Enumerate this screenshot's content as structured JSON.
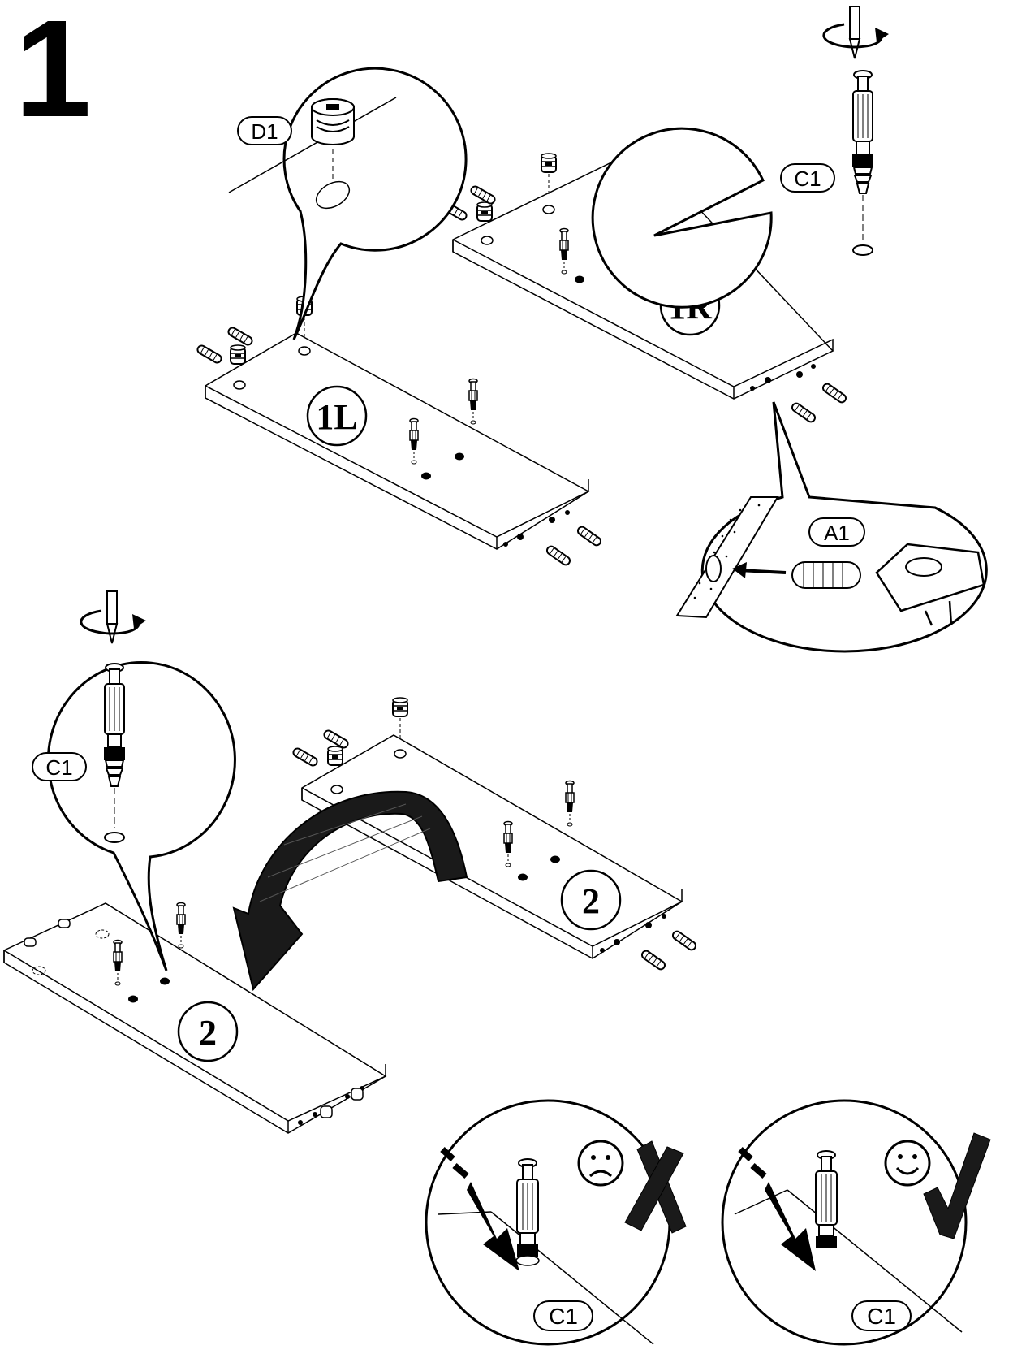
{
  "step": {
    "number": "1"
  },
  "panels": {
    "p1L": "1L",
    "p1R": "1R",
    "p2_top": "2",
    "p2_bottom": "2"
  },
  "callouts": {
    "d1": "D1",
    "c1_top": "C1",
    "a1": "A1",
    "c1_left": "C1",
    "c1_wrong": "C1",
    "c1_right": "C1"
  },
  "icons": {
    "screwdriver": "screwdriver-icon",
    "rotation": "rotate-arrow-icon",
    "hammer": "hammer-icon",
    "flip": "flip-arrow-icon",
    "sad": "sad-face-icon",
    "wrong": "cross-mark-icon",
    "happy": "happy-face-icon",
    "correct": "check-mark-icon"
  }
}
